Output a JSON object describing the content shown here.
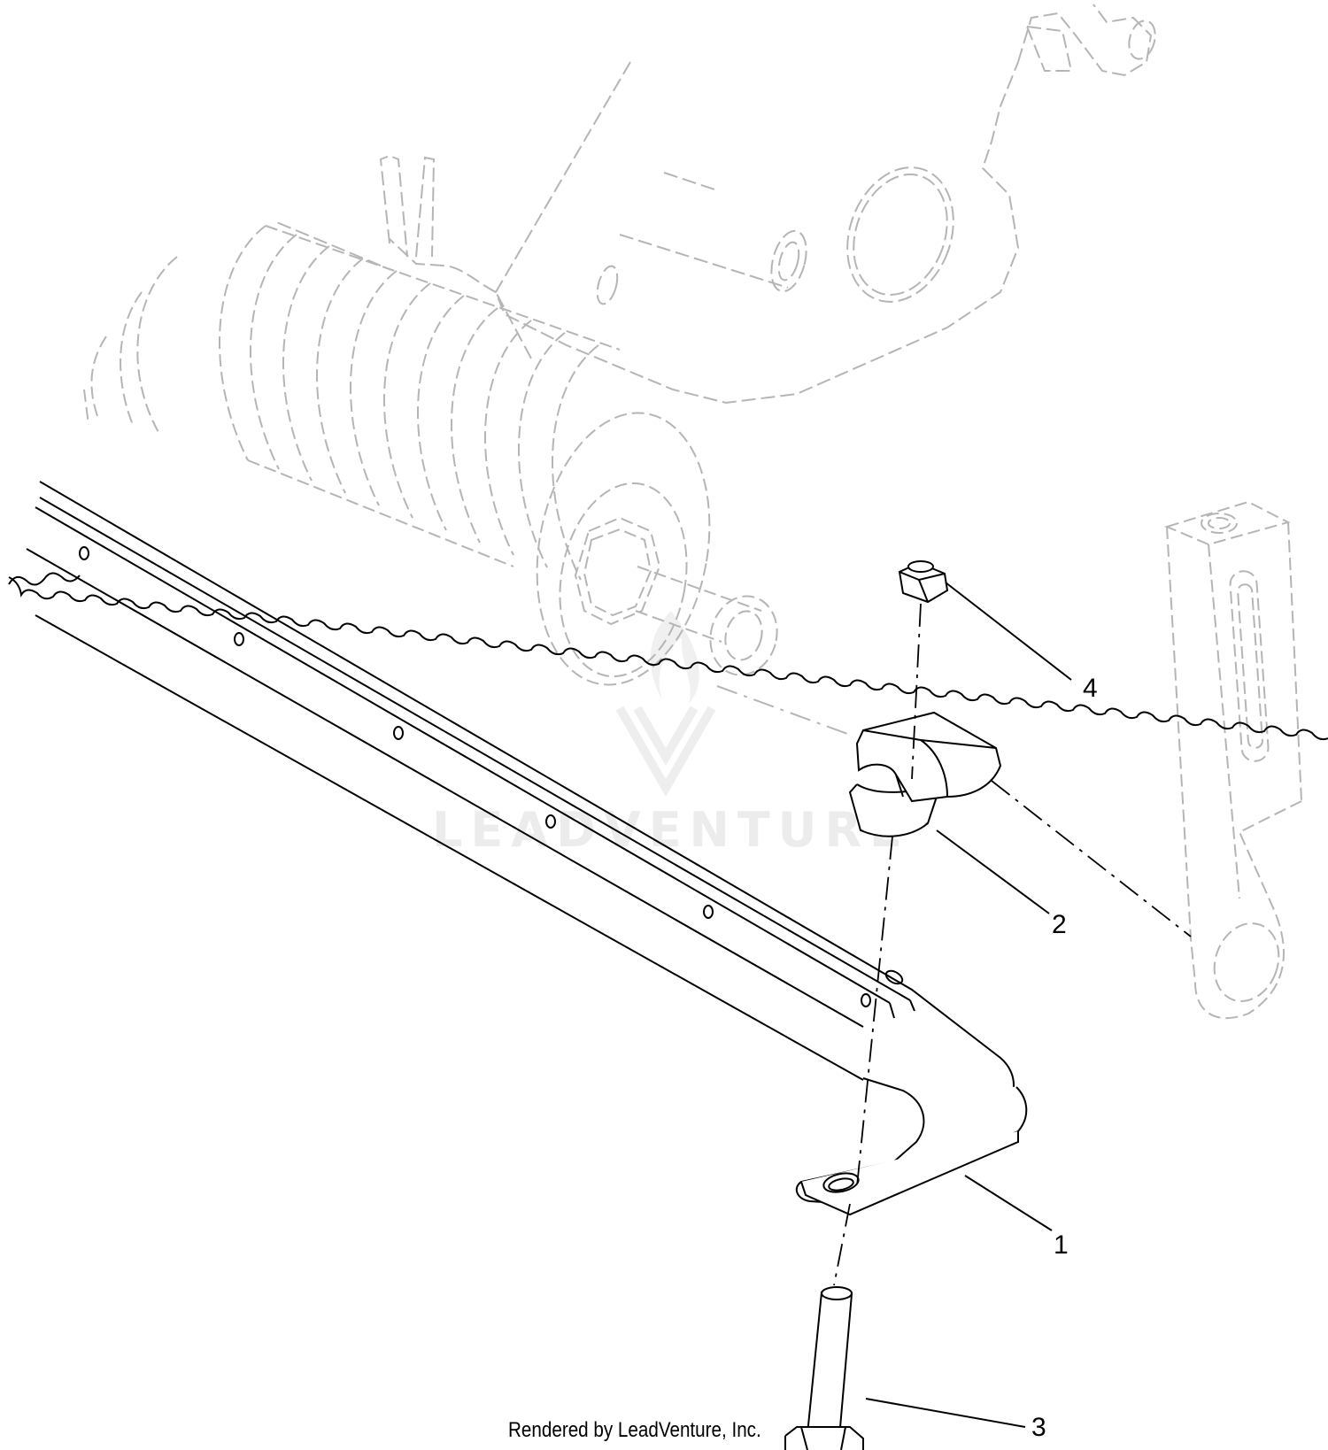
{
  "callouts": [
    {
      "id": "4",
      "label": "4"
    },
    {
      "id": "2",
      "label": "2"
    },
    {
      "id": "1",
      "label": "1"
    },
    {
      "id": "3",
      "label": "3"
    }
  ],
  "credit": "Rendered by LeadVenture, Inc.",
  "watermark": {
    "text": "LEADVENTURE"
  },
  "colors": {
    "line": "#000000",
    "ghost": "#b5b5b5",
    "watermark": "#ececec"
  }
}
